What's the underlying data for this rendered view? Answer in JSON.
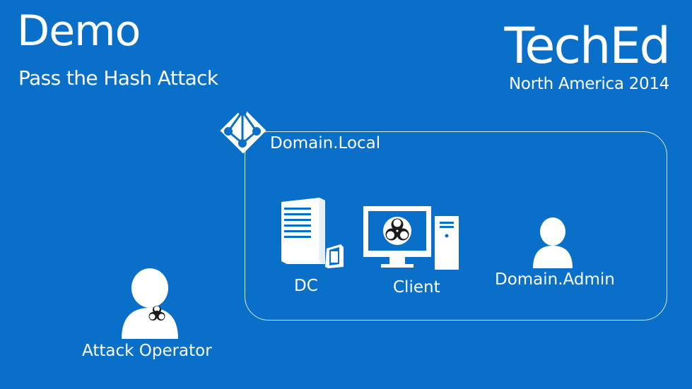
{
  "slide": {
    "title": "Demo",
    "subtitle": "Pass the Hash Attack"
  },
  "brand": {
    "name": "TechEd",
    "event": "North America 2014"
  },
  "diagram": {
    "domain_label": "Domain.Local",
    "nodes": [
      {
        "label": "DC",
        "icon": "server-icon"
      },
      {
        "label": "Client",
        "icon": "workstation-icon"
      },
      {
        "label": "Domain.Admin",
        "icon": "user-icon"
      },
      {
        "label": "Attack Operator",
        "icon": "user-icon"
      }
    ],
    "accent_color": "#0a6fc8"
  }
}
